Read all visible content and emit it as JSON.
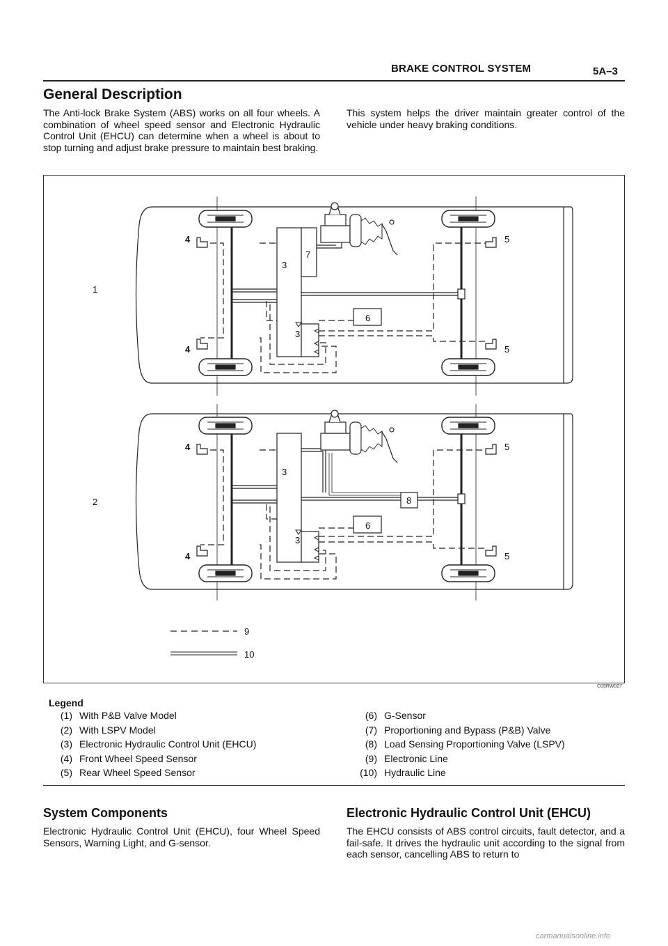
{
  "header": {
    "section_title": "BRAKE CONTROL SYSTEM",
    "page_number": "5A–3"
  },
  "general": {
    "heading": "General Description",
    "para_left": "The Anti-lock Brake System (ABS) works on all four wheels. A combination of wheel speed sensor and Electronic Hydraulic Control Unit (EHCU) can determine when a wheel is about to stop turning and adjust brake pressure to maintain best braking.",
    "para_right": "This system helps the driver maintain greater control of the vehicle under heavy braking conditions."
  },
  "figure": {
    "code": "C05RW027",
    "labels": {
      "model1": "1",
      "model2": "2",
      "ehcu": "3",
      "front_sensor": "4",
      "rear_sensor": "5",
      "g_sensor": "6",
      "pb_valve": "7",
      "lspv": "8",
      "electronic_line": "9",
      "hydraulic_line": "10"
    }
  },
  "legend": {
    "title": "Legend",
    "items": [
      {
        "num": "(1)",
        "text": "With P&B Valve Model"
      },
      {
        "num": "(2)",
        "text": "With LSPV Model"
      },
      {
        "num": "(3)",
        "text": "Electronic Hydraulic Control Unit (EHCU)"
      },
      {
        "num": "(4)",
        "text": "Front Wheel Speed Sensor"
      },
      {
        "num": "(5)",
        "text": "Rear Wheel Speed Sensor"
      },
      {
        "num": "(6)",
        "text": "G-Sensor"
      },
      {
        "num": "(7)",
        "text": "Proportioning and Bypass (P&B) Valve"
      },
      {
        "num": "(8)",
        "text": "Load Sensing Proportioning Valve (LSPV)"
      },
      {
        "num": "(9)",
        "text": "Electronic Line"
      },
      {
        "num": "(10)",
        "text": "Hydraulic Line"
      }
    ]
  },
  "components": {
    "heading": "System Components",
    "para": "Electronic Hydraulic Control Unit (EHCU), four Wheel Speed Sensors, Warning Light, and G-sensor."
  },
  "ehcu_section": {
    "heading": "Electronic Hydraulic Control Unit (EHCU)",
    "para": "The EHCU consists of ABS control circuits, fault detector, and a fail-safe.  It drives the hydraulic unit according to the signal from each sensor, cancelling ABS to return to"
  },
  "watermark": "carmanualsonline.info"
}
